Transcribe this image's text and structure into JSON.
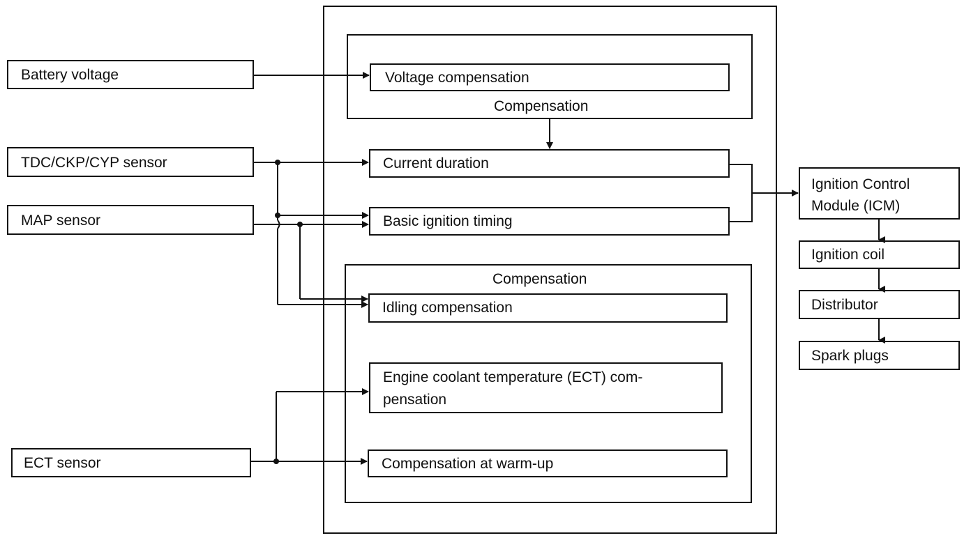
{
  "inputs": {
    "battery": "Battery voltage",
    "tdc": "TDC/CKP/CYP sensor",
    "map": "MAP sensor",
    "ect": "ECT sensor"
  },
  "ecu": {
    "voltage_comp": "Voltage compensation",
    "comp_top": "Compensation",
    "current_duration": "Current duration",
    "basic_timing": "Basic ignition timing",
    "comp_bottom": "Compensation",
    "idling_comp": "Idling compensation",
    "ect_comp_line1": "Engine coolant temperature (ECT) com-",
    "ect_comp_line2": "pensation",
    "warmup_comp": "Compensation at warm-up"
  },
  "outputs": {
    "icm_line1": "Ignition Control",
    "icm_line2": "Module (ICM)",
    "coil": "Ignition coil",
    "distributor": "Distributor",
    "plugs": "Spark plugs"
  }
}
